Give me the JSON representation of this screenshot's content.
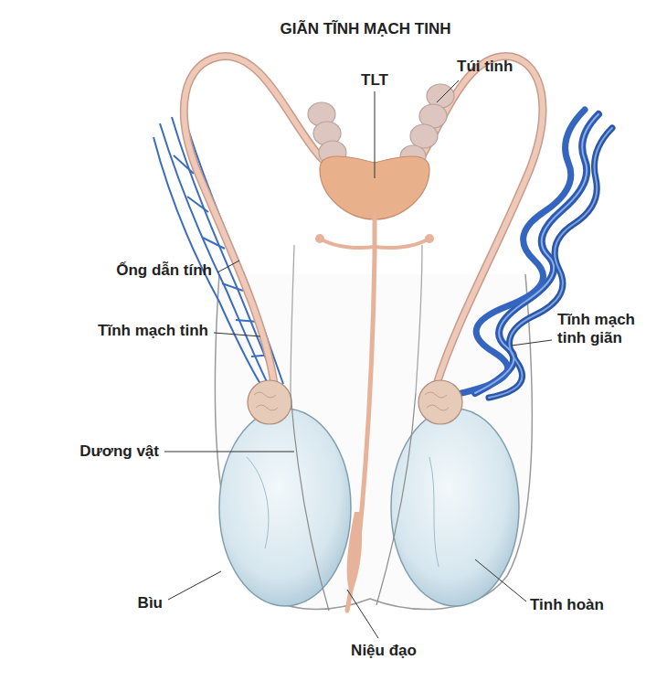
{
  "diagram": {
    "title": "GIÃN TĨNH MẠCH TINH",
    "labels": [
      "TLT",
      "Túi tinh",
      "Ống dẫn tính",
      "Tĩnh mạch tinh",
      "Tĩnh mạch tinh giãn",
      "Dương vật",
      "Bìu",
      "Tinh hoàn",
      "Niệu đạo"
    ]
  }
}
